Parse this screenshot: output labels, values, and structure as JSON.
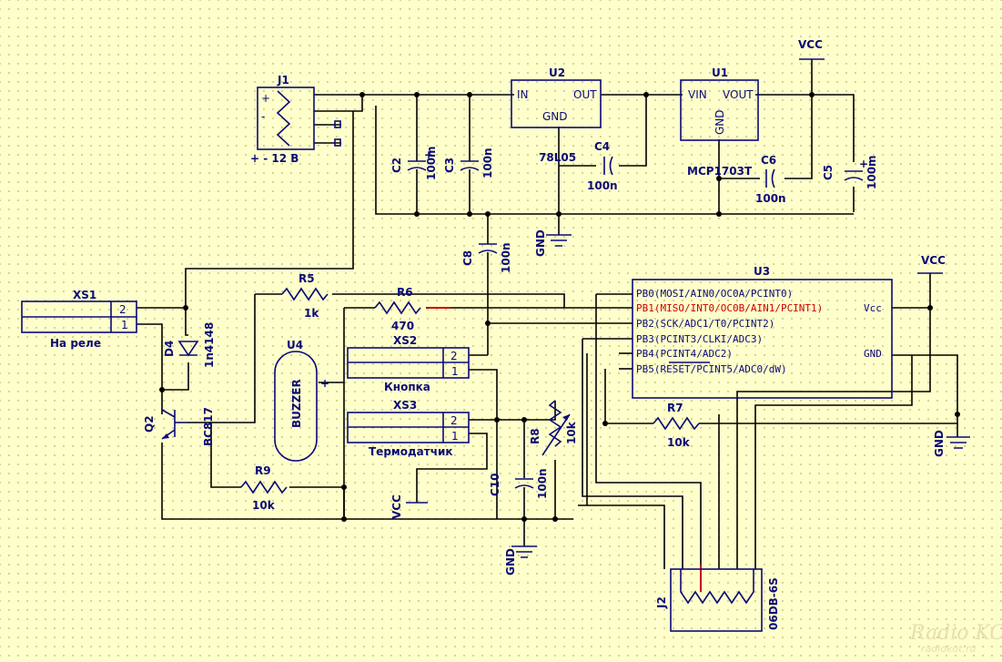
{
  "components": {
    "J1": {
      "ref": "J1",
      "pins": "+  -  12 В"
    },
    "U1": {
      "ref": "U1",
      "vin": "VIN",
      "vout": "VOUT",
      "gnd": "GND",
      "part": "MCP1703T"
    },
    "U2": {
      "ref": "U2",
      "in": "IN",
      "out": "OUT",
      "gnd": "GND",
      "part": "78L05"
    },
    "U3": {
      "ref": "U3",
      "pins_left": [
        "PB0(MOSI/AIN0/OC0A/PCINT0)",
        "PB1(MISO/INT0/OC0B/AIN1/PCINT1)",
        "PB2(SCK/ADC1/T0/PCINT2)",
        "PB3(PCINT3/CLKI/ADC3)",
        "PB4(PCINT4/ADC2)",
        "PB5(RESET/PCINT5/ADC0/dW)"
      ],
      "vcc": "Vcc",
      "gnd": "GND"
    },
    "U4": {
      "ref": "U4",
      "label": "BUZZER",
      "plus": "+"
    },
    "C2": {
      "ref": "C2",
      "value": "100m"
    },
    "C3": {
      "ref": "C3",
      "value": "100n"
    },
    "C4": {
      "ref": "C4",
      "value": "100n"
    },
    "C5": {
      "ref": "C5",
      "value": "100m"
    },
    "C6": {
      "ref": "C6",
      "value": "100n"
    },
    "C8": {
      "ref": "C8",
      "value": "100n"
    },
    "C10": {
      "ref": "C10",
      "value": "100n"
    },
    "R5": {
      "ref": "R5",
      "value": "1k"
    },
    "R6": {
      "ref": "R6",
      "value": "470"
    },
    "R7": {
      "ref": "R7",
      "value": "10k"
    },
    "R8": {
      "ref": "R8",
      "value": "10k"
    },
    "R9": {
      "ref": "R9",
      "value": "10k"
    },
    "D4": {
      "ref": "D4",
      "value": "1n4148"
    },
    "Q2": {
      "ref": "Q2",
      "value": "BC817"
    },
    "XS1": {
      "ref": "XS1",
      "label": "На реле",
      "pin1": "1",
      "pin2": "2"
    },
    "XS2": {
      "ref": "XS2",
      "label": "Кнопка",
      "pin1": "1",
      "pin2": "2"
    },
    "XS3": {
      "ref": "XS3",
      "label": "Термодатчик",
      "pin1": "1",
      "pin2": "2"
    },
    "J2": {
      "ref": "J2",
      "part": "06DB-6S"
    }
  },
  "power": {
    "vcc": "VCC",
    "gnd": "GND"
  },
  "watermark": {
    "line1": "Radio KOT",
    "line2": "radiokot.ru"
  }
}
